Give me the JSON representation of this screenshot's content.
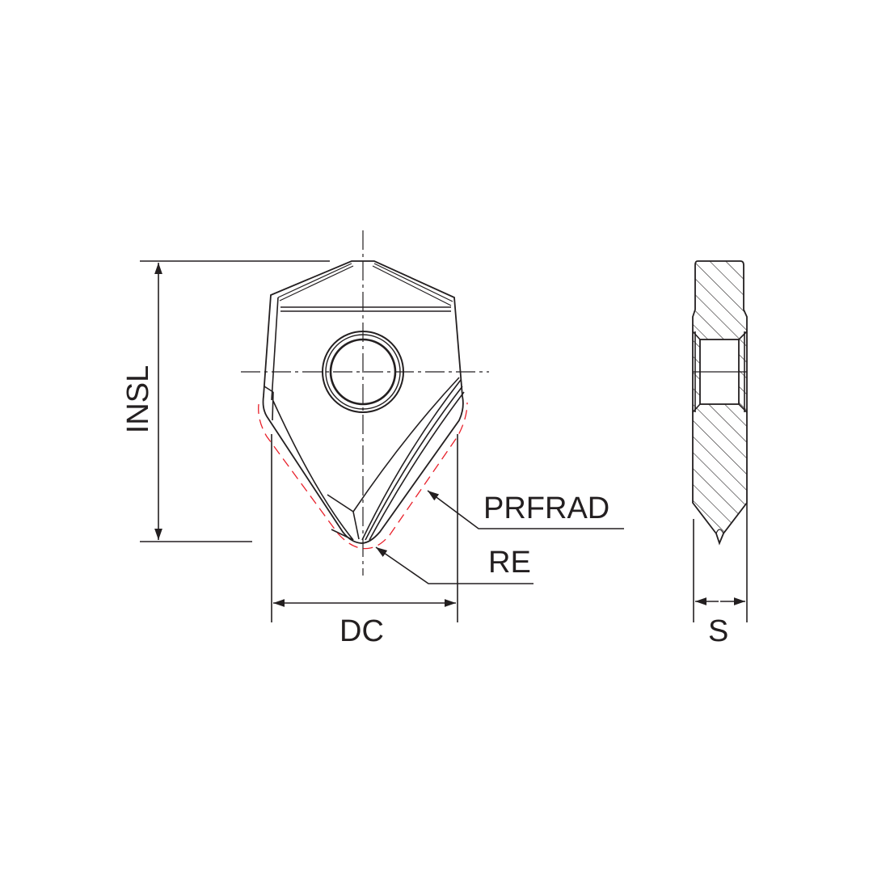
{
  "labels": {
    "insl": "INSL",
    "prfrad": "PRFRAD",
    "re": "RE",
    "dc": "DC",
    "s": "S"
  },
  "colors": {
    "line": "#231f20",
    "profile": "#e8202a"
  }
}
